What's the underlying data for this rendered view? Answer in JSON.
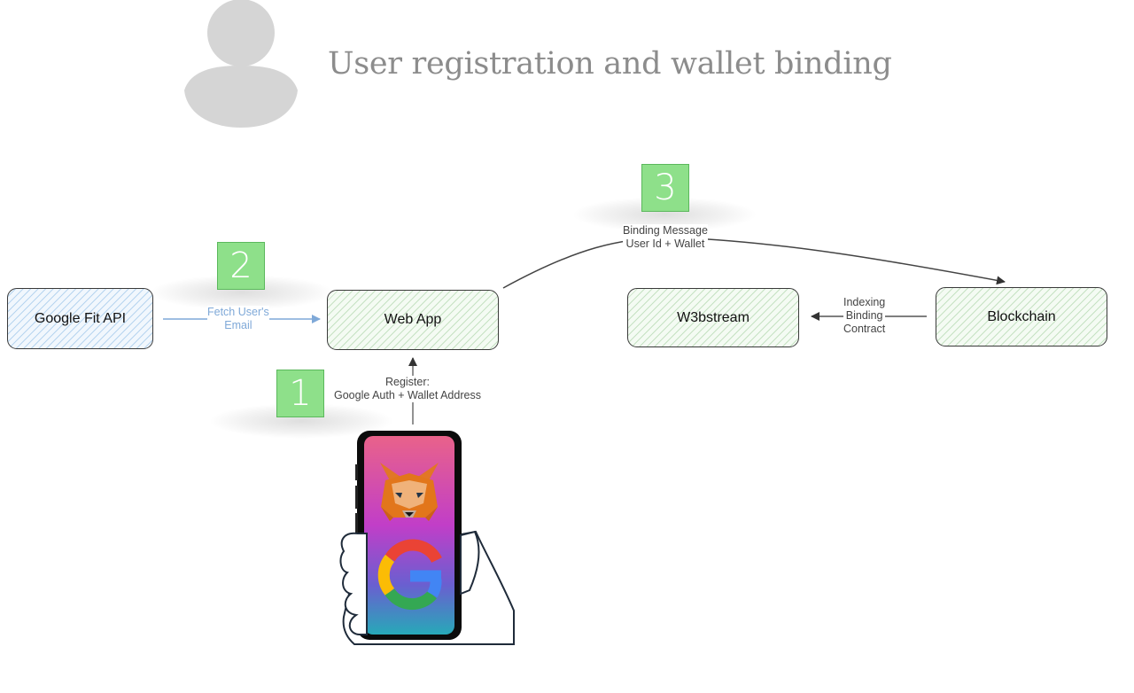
{
  "title": "User registration and wallet binding",
  "nodes": {
    "google_fit": "Google Fit API",
    "web_app": "Web App",
    "w3bstream": "W3bstream",
    "blockchain": "Blockchain"
  },
  "steps": [
    "1",
    "2",
    "3"
  ],
  "edges": {
    "fetch": [
      "Fetch User's",
      "Email"
    ],
    "register": [
      "Register:",
      "Google Auth + Wallet Address"
    ],
    "binding": [
      "Binding Message",
      "User Id + Wallet"
    ],
    "indexing": [
      "Indexing",
      "Binding",
      "Contract"
    ]
  },
  "colors": {
    "title": "#8c8c8c",
    "step_fill": "#8ee08a",
    "node_green": "#f4fbf3",
    "node_blue": "#f1f7fd",
    "fetch_edge": "#7fa9d8"
  },
  "icons": {
    "avatar": "user-silhouette-icon",
    "phone": "smartphone-in-hand-icon",
    "wallet": "metamask-fox-icon",
    "auth": "google-g-icon"
  }
}
